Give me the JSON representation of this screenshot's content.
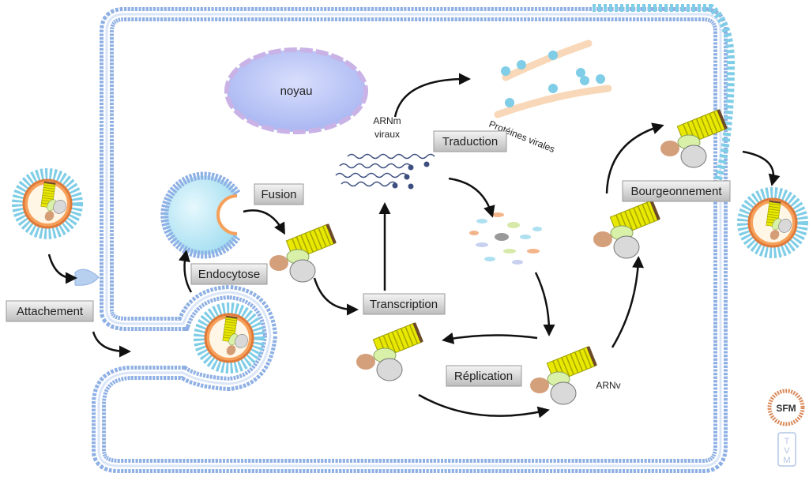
{
  "labels": {
    "attachement": "Attachement",
    "endocytose": "Endocytose",
    "fusion": "Fusion",
    "transcription": "Transcription",
    "traduction": "Traduction",
    "replication": "Réplication",
    "bourgeonnement": "Bourgeonnement"
  },
  "annotations": {
    "noyau": "noyau",
    "arnm_line1": "ARNm",
    "arnm_line2": "viraux",
    "proteines": "Protéines virales",
    "arnv": "ARNv"
  },
  "logos": {
    "sfm": "SFM",
    "tvm": "TVM"
  },
  "colors": {
    "membrane": "#8fb0e4",
    "nucleus": "#b9c6f7",
    "capsid_coil": "#e8e800",
    "envelope_protein": "#8fd3e6",
    "label_box": "#d9d9d9"
  }
}
